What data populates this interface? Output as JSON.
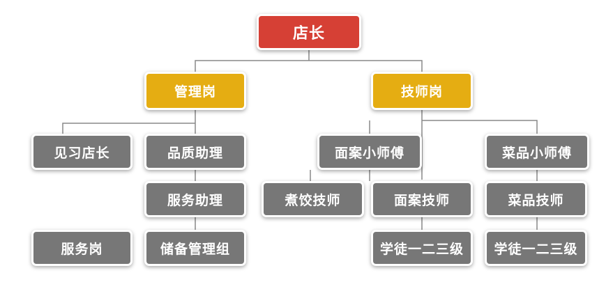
{
  "colors": {
    "root": "#d64035",
    "branch": "#e5ad12",
    "leaf": "#777777",
    "connector": "#888888",
    "text": "#ffffff"
  },
  "nodes": {
    "root": "店长",
    "management": "管理岗",
    "technician": "技师岗",
    "trainee_manager": "见习店长",
    "quality_assistant": "品质助理",
    "service_assistant": "服务助理",
    "service_post": "服务岗",
    "reserve_management_group": "储备管理组",
    "noodle_master": "面案小师傅",
    "dish_master": "菜品小师傅",
    "dumpling_technician": "煮饺技师",
    "noodle_technician": "面案技师",
    "dish_technician": "菜品技师",
    "noodle_apprentice": "学徒一二三级",
    "dish_apprentice": "学徒一二三级"
  }
}
